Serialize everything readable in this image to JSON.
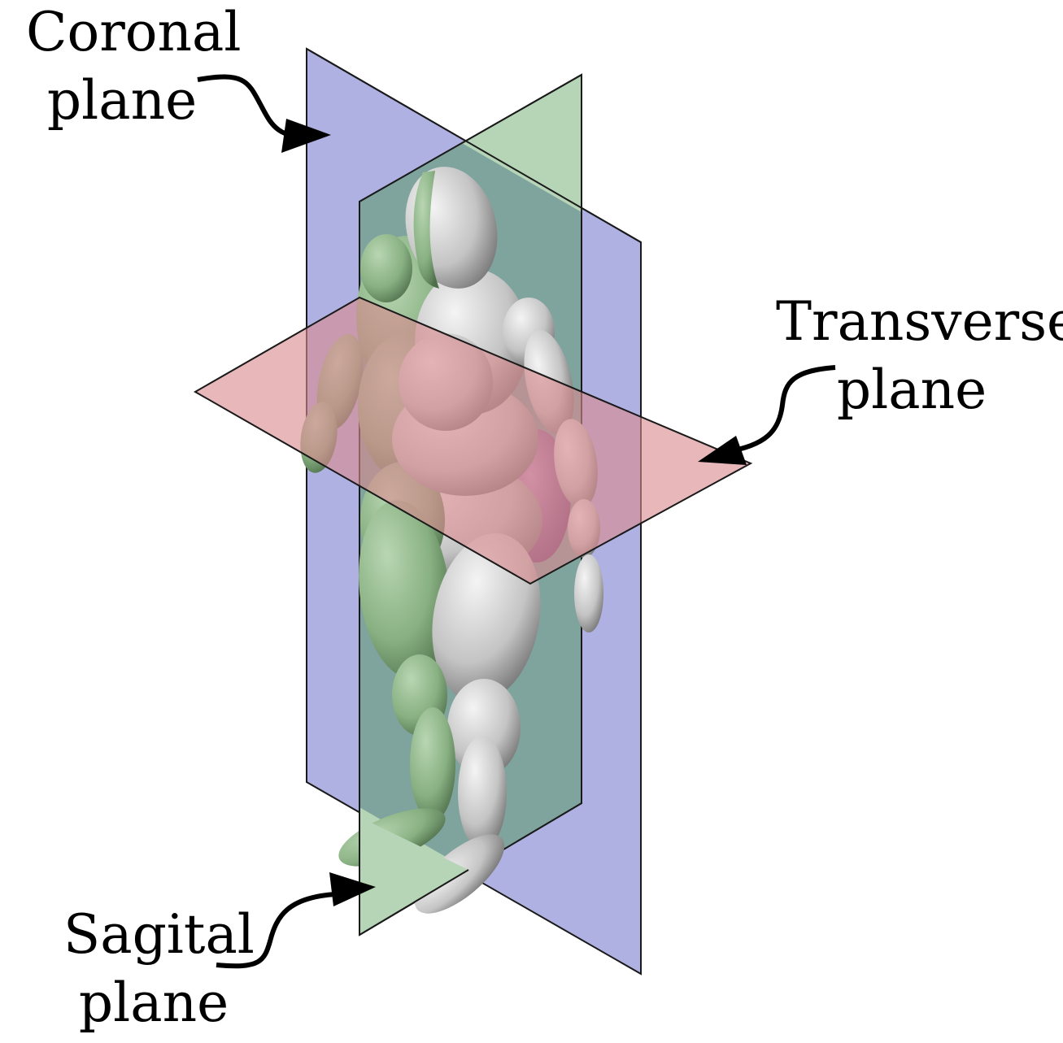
{
  "labels": {
    "coronal": {
      "line1": "Coronal",
      "line2": "plane"
    },
    "transverse": {
      "line1": "Transverse",
      "line2": "plane"
    },
    "sagital": {
      "line1": "Sagital",
      "line2": "plane"
    }
  },
  "colors": {
    "coronal_plane": "#9fa3dc",
    "sagittal_plane": "#a8d2a8",
    "transverse_plane": "#dca0a4",
    "overlap_sagittal_coronal": "#7ea6a0",
    "figure_gray": "#c8c8c8",
    "figure_green": "#8fb58a",
    "outline": "#1a1a1a"
  }
}
